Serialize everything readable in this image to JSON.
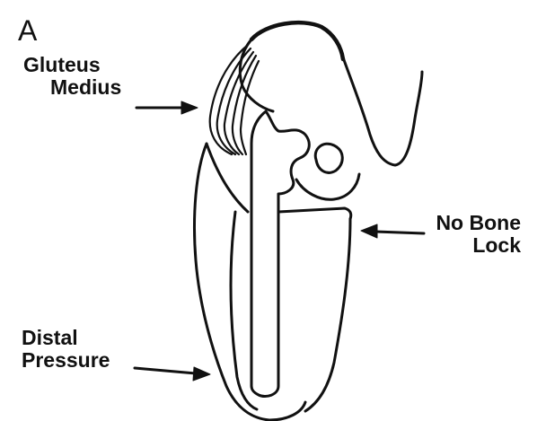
{
  "diagram": {
    "panel_label": "A",
    "labels": {
      "gluteus_medius": [
        "Gluteus",
        "Medius"
      ],
      "no_bone_lock": [
        "No Bone",
        "Lock"
      ],
      "distal_pressure": [
        "Distal",
        "Pressure"
      ]
    }
  }
}
